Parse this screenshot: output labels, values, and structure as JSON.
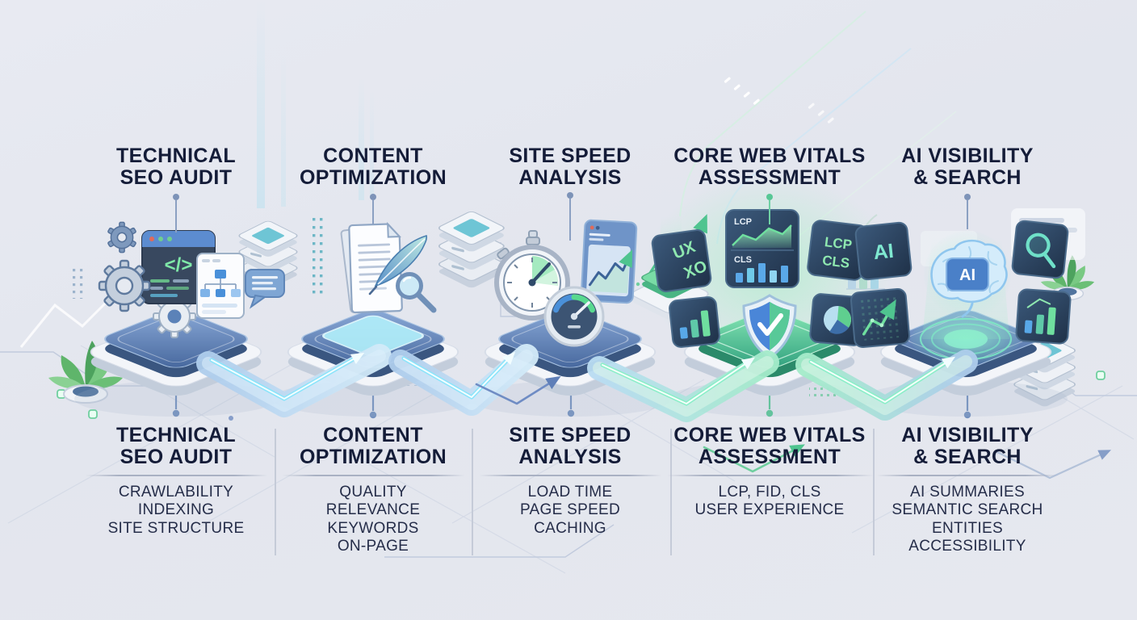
{
  "meta": {
    "kind": "infographic",
    "subject": "SEO process flow"
  },
  "colors": {
    "background": "#e3e6ee",
    "title_text": "#141c38",
    "item_text": "#252d49",
    "platform_blue": "#4a6ca2",
    "platform_green": "#35a381",
    "ribbon_blue": "#b2d0ee",
    "ribbon_green": "#a9ecce",
    "arrow_glow": "#8ae4fa",
    "connector_blue": "#7d93b8",
    "connector_green": "#57c795",
    "tile_navy": "#223349",
    "tile_accent": "#8fe8b0"
  },
  "stages": [
    {
      "id": "technical-seo-audit",
      "top_title": [
        "TECHNICAL",
        "SEO AUDIT"
      ],
      "bottom_title": [
        "TECHNICAL",
        "SEO AUDIT"
      ],
      "items": [
        "CRAWLABILITY",
        "INDEXING",
        "SITE STRUCTURE"
      ],
      "icons": [
        "gear-icon",
        "code-window-icon",
        "sitemap-window-icon",
        "server-stack-icon",
        "plant-icon"
      ],
      "code_glyph": "</>"
    },
    {
      "id": "content-optimization",
      "top_title": [
        "CONTENT",
        "OPTIMIZATION"
      ],
      "bottom_title": [
        "CONTENT",
        "OPTIMIZATION"
      ],
      "items": [
        "QUALITY",
        "RELEVANCE",
        "KEYWORDS",
        "ON-PAGE"
      ],
      "icons": [
        "document-icon",
        "quill-icon",
        "magnifier-icon",
        "speech-bubble-icon",
        "server-stack-icon"
      ]
    },
    {
      "id": "site-speed-analysis",
      "top_title": [
        "SITE SPEED",
        "ANALYSIS"
      ],
      "bottom_title": [
        "SITE SPEED",
        "ANALYSIS"
      ],
      "items": [
        "LOAD TIME",
        "PAGE SPEED",
        "CACHING"
      ],
      "icons": [
        "stopwatch-icon",
        "speedometer-icon",
        "chart-window-icon",
        "growth-arrow-icon"
      ]
    },
    {
      "id": "core-web-vitals-assessment",
      "top_title": [
        "CORE WEB VITALS",
        "ASSESSMENT"
      ],
      "bottom_title": [
        "CORE WEB VITALS",
        "ASSESSMENT"
      ],
      "items": [
        "LCP, FID, CLS",
        "USER EXPERIENCE"
      ],
      "icons": [
        "shield-check-icon",
        "metric-tile-icon",
        "pie-chart-icon",
        "bar-chart-icon"
      ],
      "tiles": {
        "ux": [
          "UX",
          "XO"
        ],
        "chart": [
          "LCP",
          "CLS"
        ],
        "text": [
          "LCP",
          "CLS"
        ]
      }
    },
    {
      "id": "ai-visibility-search",
      "top_title": [
        "AI VISIBILITY",
        "& SEARCH"
      ],
      "bottom_title": [
        "AI VISIBILITY",
        "& SEARCH"
      ],
      "items": [
        "AI SUMMARIES",
        "SEMANTIC SEARCH",
        "ENTITIES",
        "ACCESSIBILITY"
      ],
      "icons": [
        "brain-icon",
        "ai-tile-icon",
        "magnifier-tile-icon",
        "line-chart-tile-icon",
        "bar-chart-tile-icon",
        "plant-icon",
        "server-stack-icon"
      ],
      "labels": {
        "brain": "AI",
        "tile": "AI"
      }
    }
  ]
}
